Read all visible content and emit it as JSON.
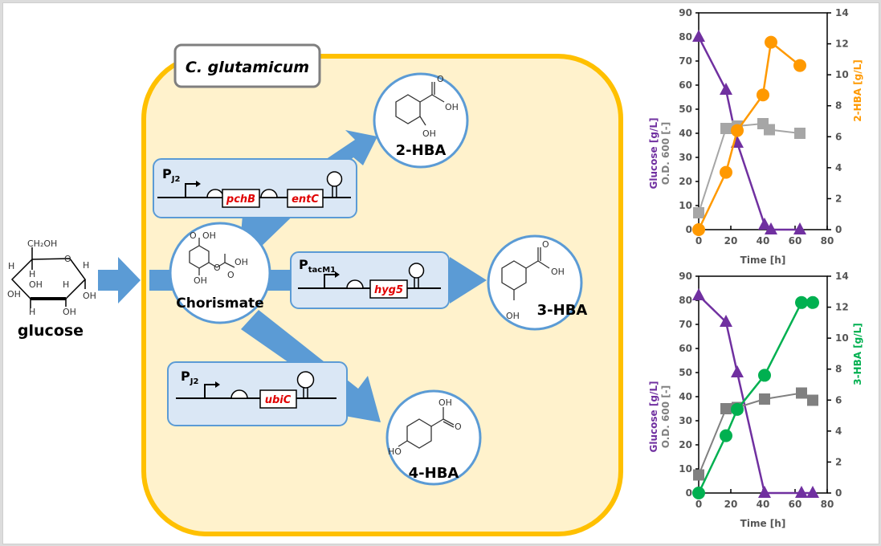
{
  "organism": "C. glutamicum",
  "substrate": {
    "name": "glucose",
    "ring_labels": [
      "CH₂OH",
      "O",
      "H",
      "H",
      "H",
      "OH",
      "OH",
      "H",
      "OH",
      "H",
      "OH"
    ]
  },
  "intermediate": {
    "name": "Chorismate"
  },
  "products": [
    {
      "name": "2-HBA",
      "groups": [
        "O",
        "OH",
        "OH"
      ]
    },
    {
      "name": "3-HBA",
      "groups": [
        "O",
        "OH",
        "OH"
      ]
    },
    {
      "name": "4-HBA",
      "groups": [
        "OH",
        "O",
        "HO"
      ]
    }
  ],
  "constructs": [
    {
      "promoter": "P",
      "promoter_sub": "J2",
      "genes": [
        "pchB",
        "entC"
      ]
    },
    {
      "promoter": "P",
      "promoter_sub": "tacM1",
      "genes": [
        "hyg5"
      ]
    },
    {
      "promoter": "P",
      "promoter_sub": "J2",
      "genes": [
        "ubiC"
      ]
    }
  ],
  "colors": {
    "cell_fill": "#fff2cc",
    "cell_border": "#ffc000",
    "arrow": "#5b9bd5",
    "construct_fill": "#dae7f5",
    "gene_text": "#e00000",
    "glucose": "#7030a0",
    "od": "#a6a6a6",
    "hba2": "#ff9900",
    "hba3": "#00b050"
  },
  "chart_data": [
    {
      "type": "line",
      "title": "",
      "xlabel": "Time [h]",
      "ylabel_left": [
        "Glucose [g/L]",
        "O.D. 600 [-]"
      ],
      "ylabel_right": "2-HBA [g/L]",
      "xlim": [
        0,
        80
      ],
      "xticks": [
        0,
        20,
        40,
        60,
        80
      ],
      "ylim_left": [
        0,
        90
      ],
      "yticks_left": [
        0,
        10,
        20,
        30,
        40,
        50,
        60,
        70,
        80,
        90
      ],
      "ylim_right": [
        0,
        14
      ],
      "yticks_right": [
        0,
        2,
        4,
        6,
        8,
        10,
        12,
        14
      ],
      "grid": false,
      "series": [
        {
          "name": "Glucose",
          "axis": "left",
          "marker": "triangle",
          "color": "#7030a0",
          "x": [
            0,
            17,
            24,
            41,
            45,
            63
          ],
          "y": [
            80,
            58,
            36,
            2,
            0,
            0
          ]
        },
        {
          "name": "O.D. 600",
          "axis": "left",
          "marker": "square",
          "color": "#a6a6a6",
          "x": [
            0,
            17,
            24,
            40,
            44,
            63
          ],
          "y": [
            7,
            42,
            43,
            44,
            41.5,
            40
          ]
        },
        {
          "name": "2-HBA",
          "axis": "right",
          "marker": "circle",
          "color": "#ff9900",
          "x": [
            0,
            17,
            24,
            40,
            45,
            63
          ],
          "y": [
            0,
            3.7,
            6.4,
            8.7,
            12.1,
            10.6
          ]
        }
      ]
    },
    {
      "type": "line",
      "title": "",
      "xlabel": "Time [h]",
      "ylabel_left": [
        "Glucose [g/L]",
        "O.D. 600 [-]"
      ],
      "ylabel_right": "3-HBA [g/L]",
      "xlim": [
        0,
        80
      ],
      "xticks": [
        0,
        20,
        40,
        60,
        80
      ],
      "ylim_left": [
        0,
        90
      ],
      "yticks_left": [
        0,
        10,
        20,
        30,
        40,
        50,
        60,
        70,
        80,
        90
      ],
      "ylim_right": [
        0,
        14
      ],
      "yticks_right": [
        0,
        2,
        4,
        6,
        8,
        10,
        12,
        14
      ],
      "grid": false,
      "series": [
        {
          "name": "Glucose",
          "axis": "left",
          "marker": "triangle",
          "color": "#7030a0",
          "x": [
            0,
            17,
            24,
            41,
            64,
            71
          ],
          "y": [
            82,
            71,
            50,
            0,
            0,
            0
          ]
        },
        {
          "name": "O.D. 600",
          "axis": "left",
          "marker": "square",
          "color": "#808080",
          "x": [
            0,
            17,
            24,
            41,
            64,
            71
          ],
          "y": [
            7.5,
            35,
            35.5,
            39,
            41.5,
            38.5
          ]
        },
        {
          "name": "3-HBA",
          "axis": "right",
          "marker": "circle",
          "color": "#00b050",
          "x": [
            0,
            17,
            24,
            41,
            64,
            71
          ],
          "y": [
            0,
            3.7,
            5.4,
            7.6,
            12.3,
            12.3
          ]
        }
      ]
    }
  ]
}
